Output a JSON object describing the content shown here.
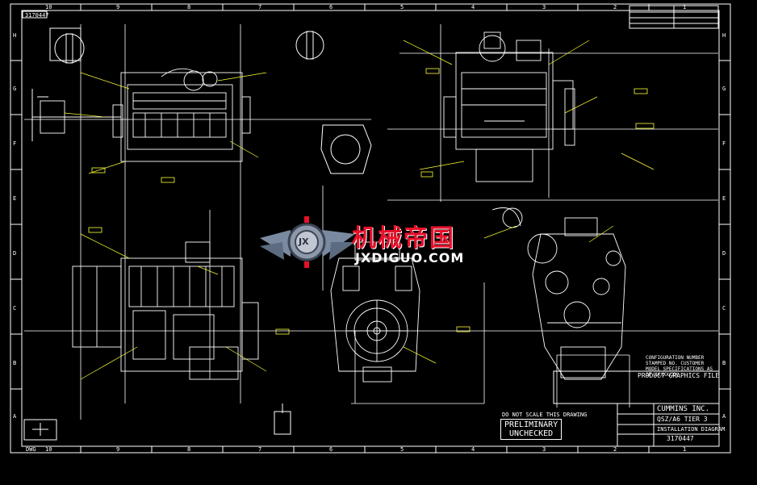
{
  "drawing": {
    "number_topleft": "3170447",
    "number_bottomright": "3170447",
    "company": "CUMMINS INC.",
    "model": "QSZ/A6 TIER 3",
    "title": "INSTALLATION DIAGRAM",
    "product_graphics": "PRODUCT GRAPHICS FILE",
    "do_not_scale": "DO NOT SCALE THIS DRAWING",
    "preliminary": "PRELIMINARY",
    "unchecked": "UNCHECKED",
    "config_note": "CONFIGURATION NUMBER STAMPED NO. CUSTOMER MODEL SPECIFICATIONS AS OF XX/XX/XX",
    "bottom_label": "DWG",
    "border_cols": [
      "10",
      "9",
      "8",
      "7",
      "6",
      "5",
      "4",
      "3",
      "2",
      "1"
    ],
    "border_rows": [
      "H",
      "G",
      "F",
      "E",
      "D",
      "C",
      "B",
      "A"
    ]
  },
  "watermark": {
    "chinese": "机械帝国",
    "url": "JXDIGUO.COM",
    "logo_text": "JX"
  },
  "colors": {
    "background": "#000000",
    "lines": "#ffffff",
    "annotations": "#ffff33",
    "highlight": "#ff33ff",
    "watermark_red": "#e8102a",
    "watermark_steel": "#7a8aa0"
  }
}
